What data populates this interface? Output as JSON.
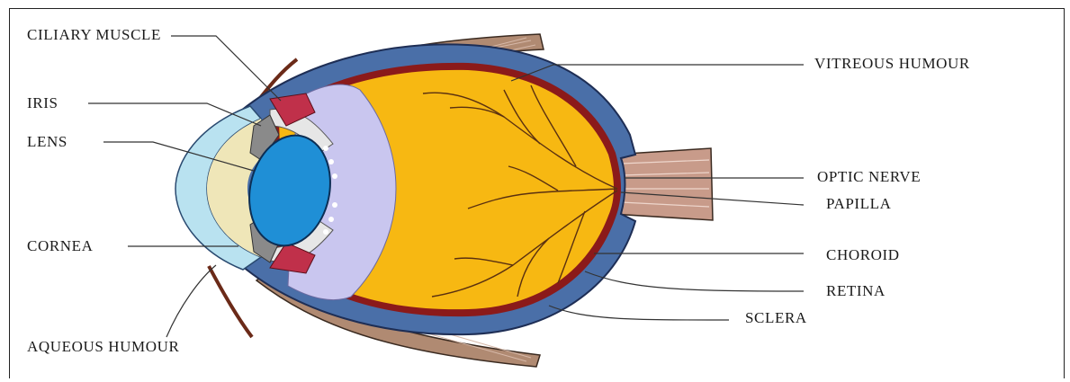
{
  "labels": {
    "ciliary_muscle": "CILIARY MUSCLE",
    "iris": "IRIS",
    "lens": "LENS",
    "cornea": "CORNEA",
    "aqueous_humour": "AQUEOUS HUMOUR",
    "vitreous_humour": "VITREOUS HUMOUR",
    "optic_nerve": "OPTIC NERVE",
    "papilla": "PAPILLA",
    "choroid": "CHOROID",
    "retina": "RETINA",
    "sclera": "SCLERA"
  },
  "colors": {
    "sclera": "#4a6fa8",
    "choroid": "#8b1a1a",
    "vitreous": "#f7b812",
    "lens": "#1f8fd6",
    "cornea": "#b9e2f0",
    "aqueous": "#efe6b8",
    "anterior_vitreous": "#c9c6ef",
    "muscle": "#a07860",
    "vessels": "#5a3010"
  }
}
